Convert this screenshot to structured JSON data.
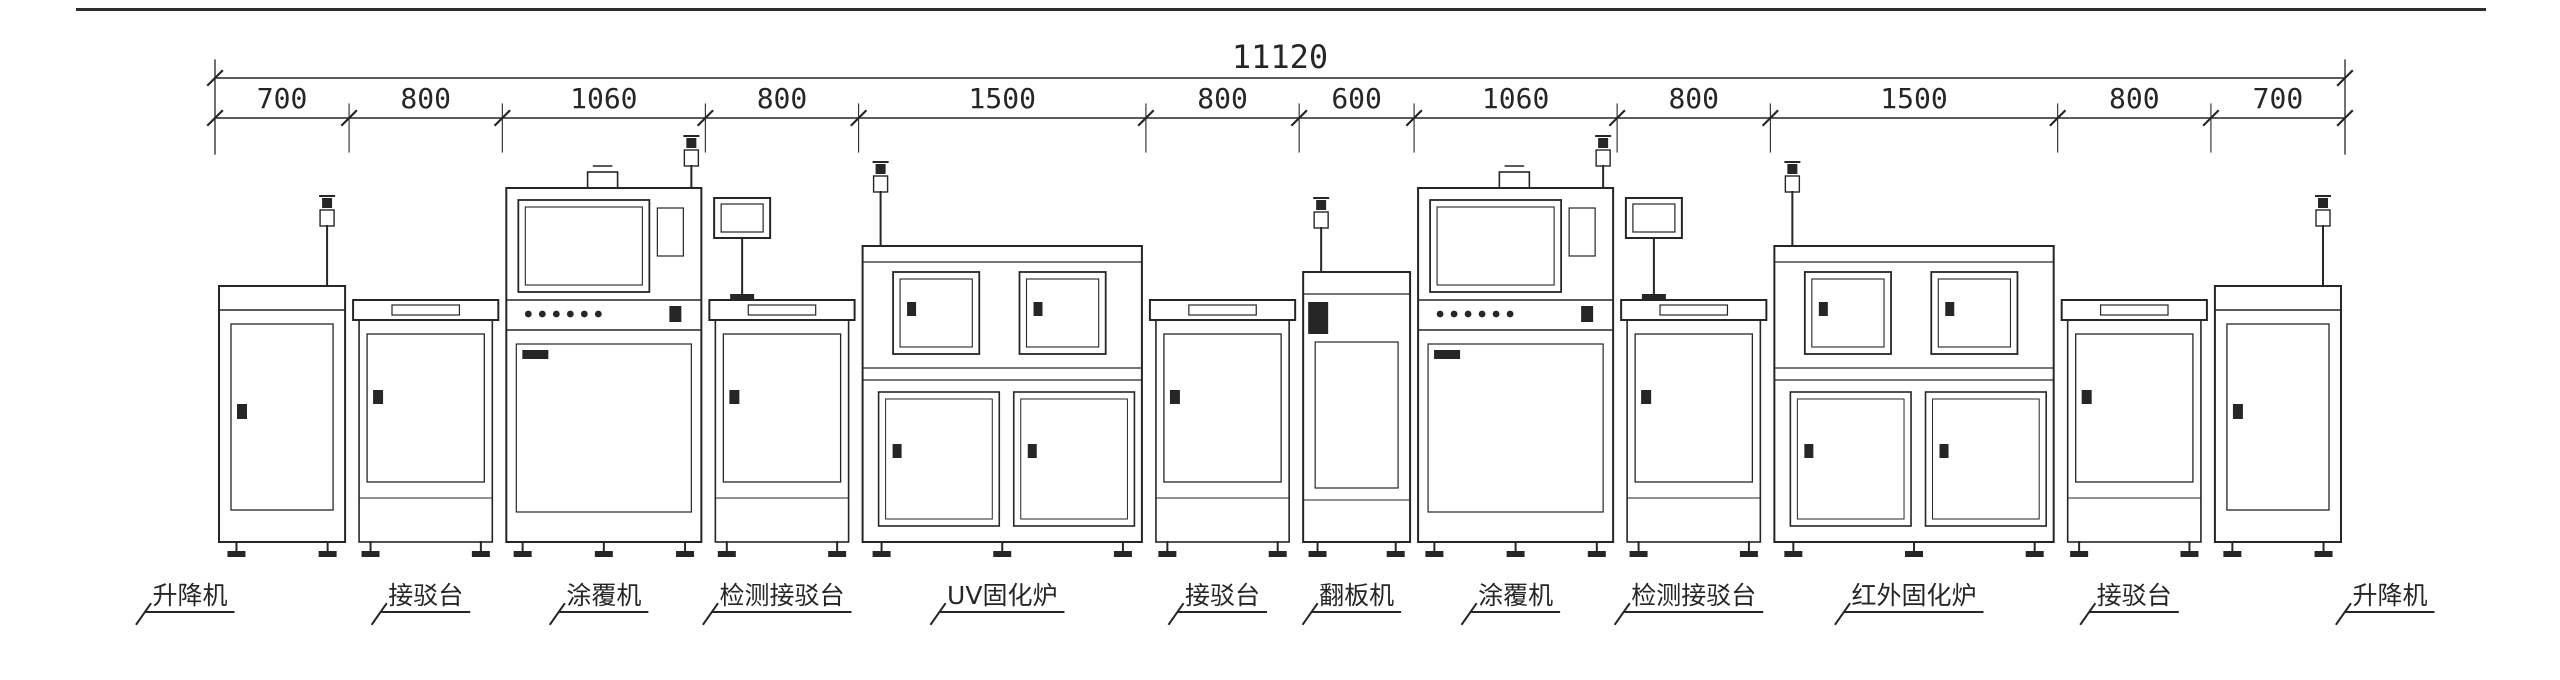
{
  "page": {
    "background": "#ffffff",
    "line_color": "#262626",
    "description": "production-line elevation drawing"
  },
  "dimensions": {
    "total": "11120",
    "segments": [
      "700",
      "800",
      "1060",
      "800",
      "1500",
      "800",
      "600",
      "1060",
      "800",
      "1500",
      "800",
      "700"
    ]
  },
  "machines": [
    {
      "label": "升降机",
      "type": "lifter",
      "width_mm": 700
    },
    {
      "label": "接驳台",
      "type": "conveyor",
      "width_mm": 800
    },
    {
      "label": "涂覆机",
      "type": "coater",
      "width_mm": 1060
    },
    {
      "label": "检测接驳台",
      "type": "inspect",
      "width_mm": 800
    },
    {
      "label": "UV固化炉",
      "type": "oven",
      "width_mm": 1500
    },
    {
      "label": "接驳台",
      "type": "conveyor",
      "width_mm": 800
    },
    {
      "label": "翻板机",
      "type": "flipper",
      "width_mm": 600
    },
    {
      "label": "涂覆机",
      "type": "coater",
      "width_mm": 1060
    },
    {
      "label": "检测接驳台",
      "type": "inspect",
      "width_mm": 800
    },
    {
      "label": "红外固化炉",
      "type": "oven",
      "width_mm": 1500
    },
    {
      "label": "接驳台",
      "type": "conveyor",
      "width_mm": 800
    },
    {
      "label": "升降机",
      "type": "lifter",
      "width_mm": 700
    }
  ]
}
